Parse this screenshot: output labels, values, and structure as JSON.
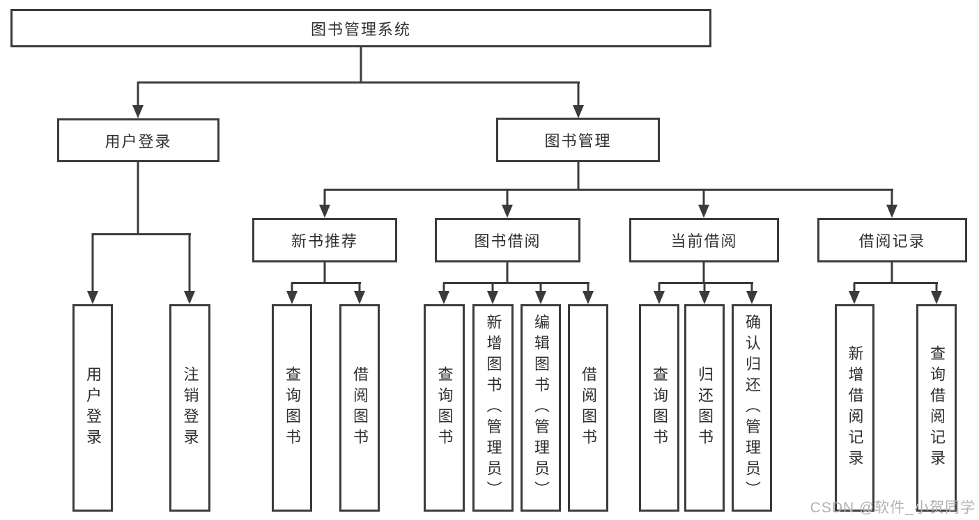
{
  "title": "图书管理系统",
  "watermark": "CSDN @软件_小贺同学",
  "colors": {
    "line": "#3b3b3b",
    "text": "#2f2f2f",
    "watermark": "#b0b0b0",
    "background": "#ffffff"
  },
  "tree": {
    "label": "图书管理系统",
    "children": [
      {
        "label": "用户登录",
        "children": [
          {
            "label": "用户登录"
          },
          {
            "label": "注销登录"
          }
        ]
      },
      {
        "label": "图书管理",
        "children": [
          {
            "label": "新书推荐",
            "children": [
              {
                "label": "查询图书"
              },
              {
                "label": "借阅图书"
              }
            ]
          },
          {
            "label": "图书借阅",
            "children": [
              {
                "label": "查询图书"
              },
              {
                "label": "新增图书（管理员）"
              },
              {
                "label": "编辑图书（管理员）"
              },
              {
                "label": "借阅图书"
              }
            ]
          },
          {
            "label": "当前借阅",
            "children": [
              {
                "label": "查询图书"
              },
              {
                "label": "归还图书"
              },
              {
                "label": "确认归还（管理员）"
              }
            ]
          },
          {
            "label": "借阅记录",
            "children": [
              {
                "label": "新增借阅记录"
              },
              {
                "label": "查询借阅记录"
              }
            ]
          }
        ]
      }
    ]
  }
}
